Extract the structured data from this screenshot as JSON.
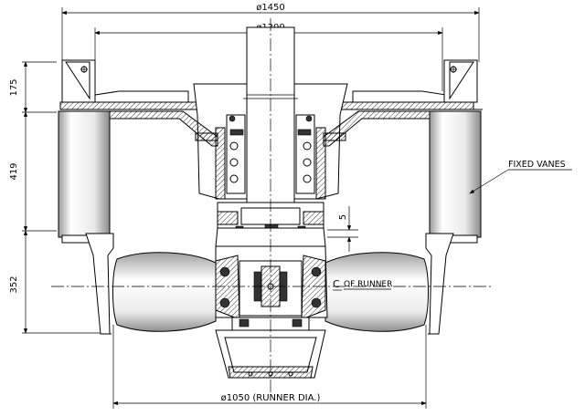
{
  "dimensions": {
    "overall_diameter": "ø1450",
    "inner_diameter": "ø1200",
    "runner_diameter": "ø1050 (RUNNER DIA.)",
    "height_top": "175",
    "height_middle": "419",
    "height_bottom": "352",
    "gap": "5"
  },
  "labels": {
    "fixed_vanes": "FIXED VANES",
    "runner_centerline": "OF RUNNER",
    "centerline_symbol": "C"
  }
}
